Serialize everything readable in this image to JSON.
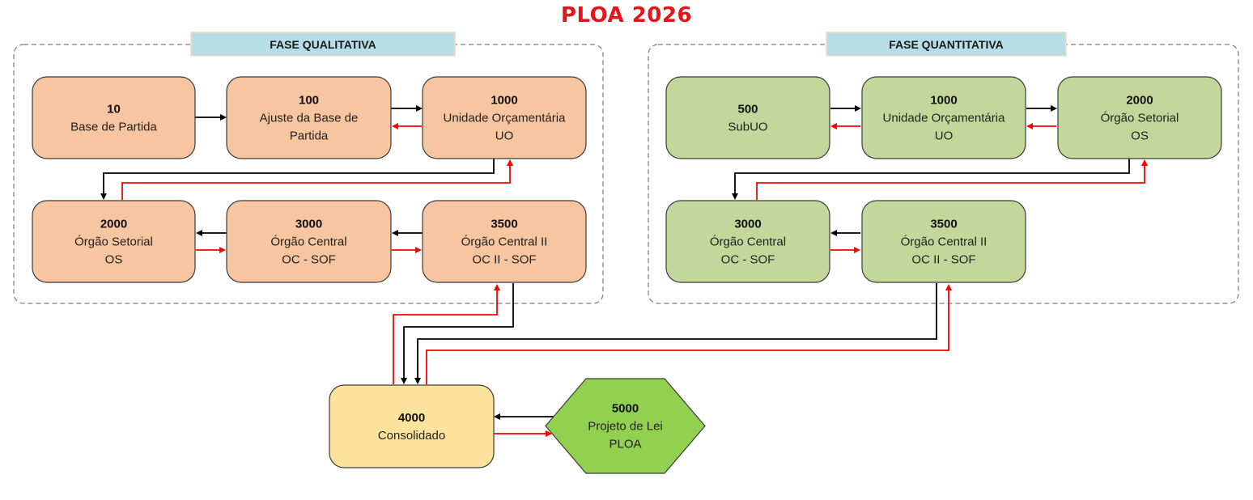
{
  "title": "PLOA 2026",
  "colors": {
    "title": "#e8141c",
    "phase_label_bg": "#b7dde8",
    "qualitative_node": "#f7c59f",
    "quantitative_node": "#c4d79b",
    "consolidated_node": "#fce29a",
    "final_node": "#92d050",
    "forward_flow": "#000000",
    "return_flow": "#ff0000"
  },
  "phases": {
    "qualitativa": {
      "label": "FASE QUALITATIVA",
      "nodes": [
        {
          "id": "q10",
          "code": "10",
          "lines": [
            "Base de Partida"
          ]
        },
        {
          "id": "q100",
          "code": "100",
          "lines": [
            "Ajuste da Base de",
            "Partida"
          ]
        },
        {
          "id": "q1000",
          "code": "1000",
          "lines": [
            "Unidade Orçamentária",
            "UO"
          ]
        },
        {
          "id": "q2000",
          "code": "2000",
          "lines": [
            "Órgão Setorial",
            "OS"
          ]
        },
        {
          "id": "q3000",
          "code": "3000",
          "lines": [
            "Órgão Central",
            "OC - SOF"
          ]
        },
        {
          "id": "q3500",
          "code": "3500",
          "lines": [
            "Órgão Central II",
            "OC II - SOF"
          ]
        }
      ]
    },
    "quantitativa": {
      "label": "FASE QUANTITATIVA",
      "nodes": [
        {
          "id": "n500",
          "code": "500",
          "lines": [
            "SubUO"
          ]
        },
        {
          "id": "n1000",
          "code": "1000",
          "lines": [
            "Unidade Orçamentária",
            "UO"
          ]
        },
        {
          "id": "n2000",
          "code": "2000",
          "lines": [
            "Órgão Setorial",
            "OS"
          ]
        },
        {
          "id": "n3000",
          "code": "3000",
          "lines": [
            "Órgão Central",
            "OC - SOF"
          ]
        },
        {
          "id": "n3500",
          "code": "3500",
          "lines": [
            "Órgão Central II",
            "OC II - SOF"
          ]
        }
      ]
    }
  },
  "final": {
    "consolidado": {
      "id": "c4000",
      "code": "4000",
      "lines": [
        "Consolidado"
      ]
    },
    "projeto": {
      "id": "p5000",
      "code": "5000",
      "lines": [
        "Projeto de Lei",
        "PLOA"
      ]
    }
  },
  "edges": [
    {
      "from": "q10",
      "to": "q100",
      "type": "forward"
    },
    {
      "from": "q100",
      "to": "q1000",
      "type": "forward"
    },
    {
      "from": "q1000",
      "to": "q100",
      "type": "return"
    },
    {
      "from": "q1000",
      "to": "q2000",
      "type": "forward"
    },
    {
      "from": "q2000",
      "to": "q1000",
      "type": "return"
    },
    {
      "from": "q3000",
      "to": "q2000",
      "type": "forward"
    },
    {
      "from": "q2000",
      "to": "q3000",
      "type": "return"
    },
    {
      "from": "q3500",
      "to": "q3000",
      "type": "forward"
    },
    {
      "from": "q3000",
      "to": "q3500",
      "type": "return"
    },
    {
      "from": "q3500",
      "to": "c4000",
      "type": "forward"
    },
    {
      "from": "c4000",
      "to": "q3500",
      "type": "return"
    },
    {
      "from": "n500",
      "to": "n1000",
      "type": "forward"
    },
    {
      "from": "n1000",
      "to": "n500",
      "type": "return"
    },
    {
      "from": "n1000",
      "to": "n2000",
      "type": "forward"
    },
    {
      "from": "n2000",
      "to": "n1000",
      "type": "return"
    },
    {
      "from": "n2000",
      "to": "n3000",
      "type": "forward"
    },
    {
      "from": "n3000",
      "to": "n2000",
      "type": "return"
    },
    {
      "from": "n3500",
      "to": "n3000",
      "type": "forward"
    },
    {
      "from": "n3000",
      "to": "n3500",
      "type": "return"
    },
    {
      "from": "n3500",
      "to": "c4000",
      "type": "forward"
    },
    {
      "from": "c4000",
      "to": "n3500",
      "type": "return"
    },
    {
      "from": "p5000",
      "to": "c4000",
      "type": "forward"
    },
    {
      "from": "c4000",
      "to": "p5000",
      "type": "return"
    }
  ]
}
